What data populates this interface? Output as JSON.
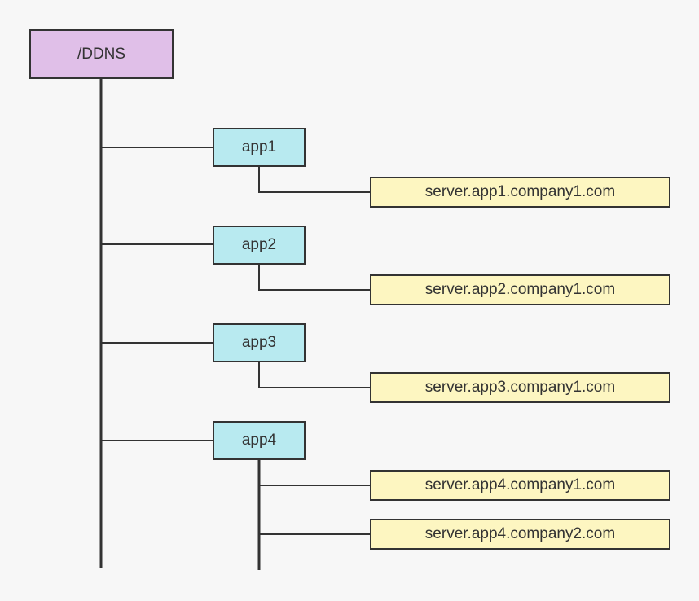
{
  "colors": {
    "root_fill": "#e0bfe8",
    "app_fill": "#b8eaf0",
    "server_fill": "#fdf6c1",
    "line": "#333333",
    "background": "#f7f7f7"
  },
  "root": {
    "label": "/DDNS"
  },
  "apps": [
    {
      "label": "app1",
      "servers": [
        "server.app1.company1.com"
      ]
    },
    {
      "label": "app2",
      "servers": [
        "server.app2.company1.com"
      ]
    },
    {
      "label": "app3",
      "servers": [
        "server.app3.company1.com"
      ]
    },
    {
      "label": "app4",
      "servers": [
        "server.app4.company1.com",
        "server.app4.company2.com"
      ]
    }
  ]
}
